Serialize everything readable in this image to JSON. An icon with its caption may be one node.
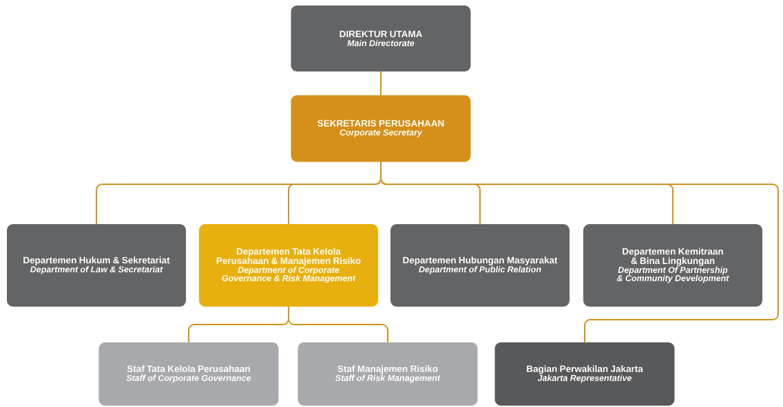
{
  "diagram": {
    "nodes": [
      {
        "text": [
          "DIREKTUR UTAMA",
          "Main Directorate"
        ]
      },
      {
        "text": [
          "SEKRETARIS PERUSAHAAN",
          "Corporate Secretary"
        ]
      },
      {
        "text": [
          "Departemen Hukum & Sekretariat",
          "Department of Law & Secretariat"
        ]
      },
      {
        "text": [
          "Departemen Tata Kelola Perusahaan & Manajemen Risiko",
          "Department of Corporate Governance & Risk Management"
        ]
      },
      {
        "text": [
          "Departemen Hubungan Masyarakat",
          "Department of Public Relation"
        ]
      },
      {
        "text": [
          "Departemen Kemitraan & Bina Lingkungan",
          "Department Of Partnership & Community Development"
        ]
      },
      {
        "text": [
          "Staf Tata Kelola Perusahaan",
          "Staff of Corporate Governance"
        ]
      },
      {
        "text": [
          "Staf Manajemen Risiko",
          "Staff of Risk Management"
        ]
      },
      {
        "text": [
          "Bagian Perwakilan Jakarta",
          "Jakarta Representative"
        ]
      }
    ],
    "edges": [
      {
        "from": 0,
        "to": 1,
        "arrow": "none"
      },
      {
        "from": 1,
        "to": 2,
        "arrow": "none"
      },
      {
        "from": 1,
        "to": 3,
        "arrow": "none"
      },
      {
        "from": 1,
        "to": 4,
        "arrow": "none"
      },
      {
        "from": 1,
        "to": 5,
        "arrow": "none"
      },
      {
        "from": 3,
        "to": 6,
        "arrow": "none"
      },
      {
        "from": 3,
        "to": 7,
        "arrow": "none"
      },
      {
        "from": 1,
        "to": 8,
        "arrow": "none"
      }
    ]
  }
}
